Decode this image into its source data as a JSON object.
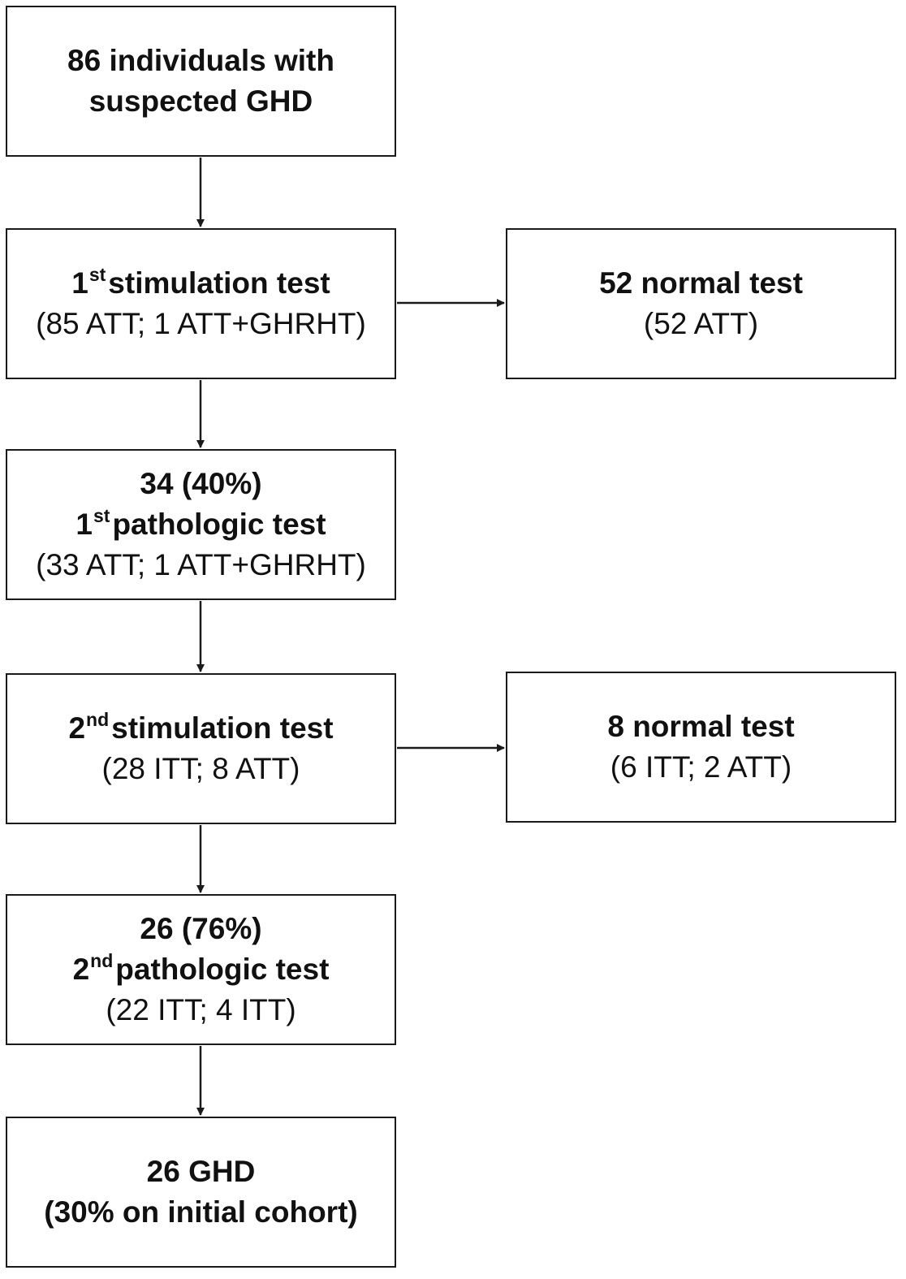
{
  "boxes": {
    "start": {
      "line1": "86 individuals with",
      "line2": "suspected GHD"
    },
    "first_test": {
      "num": "1",
      "sup": "st",
      "title_rest": "stimulation test",
      "detail": "(85 ATT; 1 ATT+GHRHT)"
    },
    "first_normal": {
      "title": "52 normal test",
      "detail": "(52 ATT)"
    },
    "first_path": {
      "count": "34 (40%)",
      "num": "1",
      "sup": "st",
      "title_rest": "pathologic test",
      "detail": "(33 ATT; 1 ATT+GHRHT)"
    },
    "second_test": {
      "num": "2",
      "sup": "nd",
      "title_rest": "stimulation test",
      "detail": "(28 ITT; 8 ATT)"
    },
    "second_normal": {
      "title": "8 normal test",
      "detail": "(6 ITT; 2 ATT)"
    },
    "second_path": {
      "count": "26 (76%)",
      "num": "2",
      "sup": "nd",
      "title_rest": "pathologic test",
      "detail": "(22 ITT; 4 ITT)"
    },
    "final": {
      "title": "26 GHD",
      "detail": "(30% on initial cohort)"
    }
  }
}
